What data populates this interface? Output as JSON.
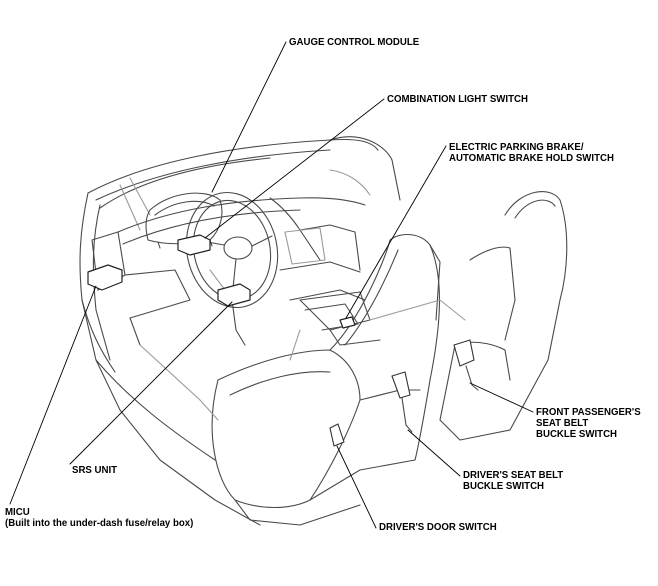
{
  "callouts": {
    "gauge_control_module": "GAUGE CONTROL MODULE",
    "combination_light_switch": "COMBINATION LIGHT SWITCH",
    "electric_parking_brake": {
      "line1": "ELECTRIC PARKING BRAKE/",
      "line2": "AUTOMATIC BRAKE HOLD SWITCH"
    },
    "front_passenger_seat_belt": {
      "line1": "FRONT PASSENGER'S",
      "line2": "SEAT BELT",
      "line3": "BUCKLE SWITCH"
    },
    "drivers_seat_belt": {
      "line1": "DRIVER'S SEAT BELT",
      "line2": "BUCKLE SWITCH"
    },
    "drivers_door_switch": "DRIVER'S DOOR SWITCH",
    "srs_unit": "SRS UNIT",
    "micu": {
      "line1": "MICU",
      "line2": "(Built into the under-dash fuse/relay box)"
    }
  },
  "colors": {
    "ink": "#000000",
    "sketch": "#4a4a4a",
    "light_sketch": "#9a9a9a",
    "background": "#ffffff"
  }
}
